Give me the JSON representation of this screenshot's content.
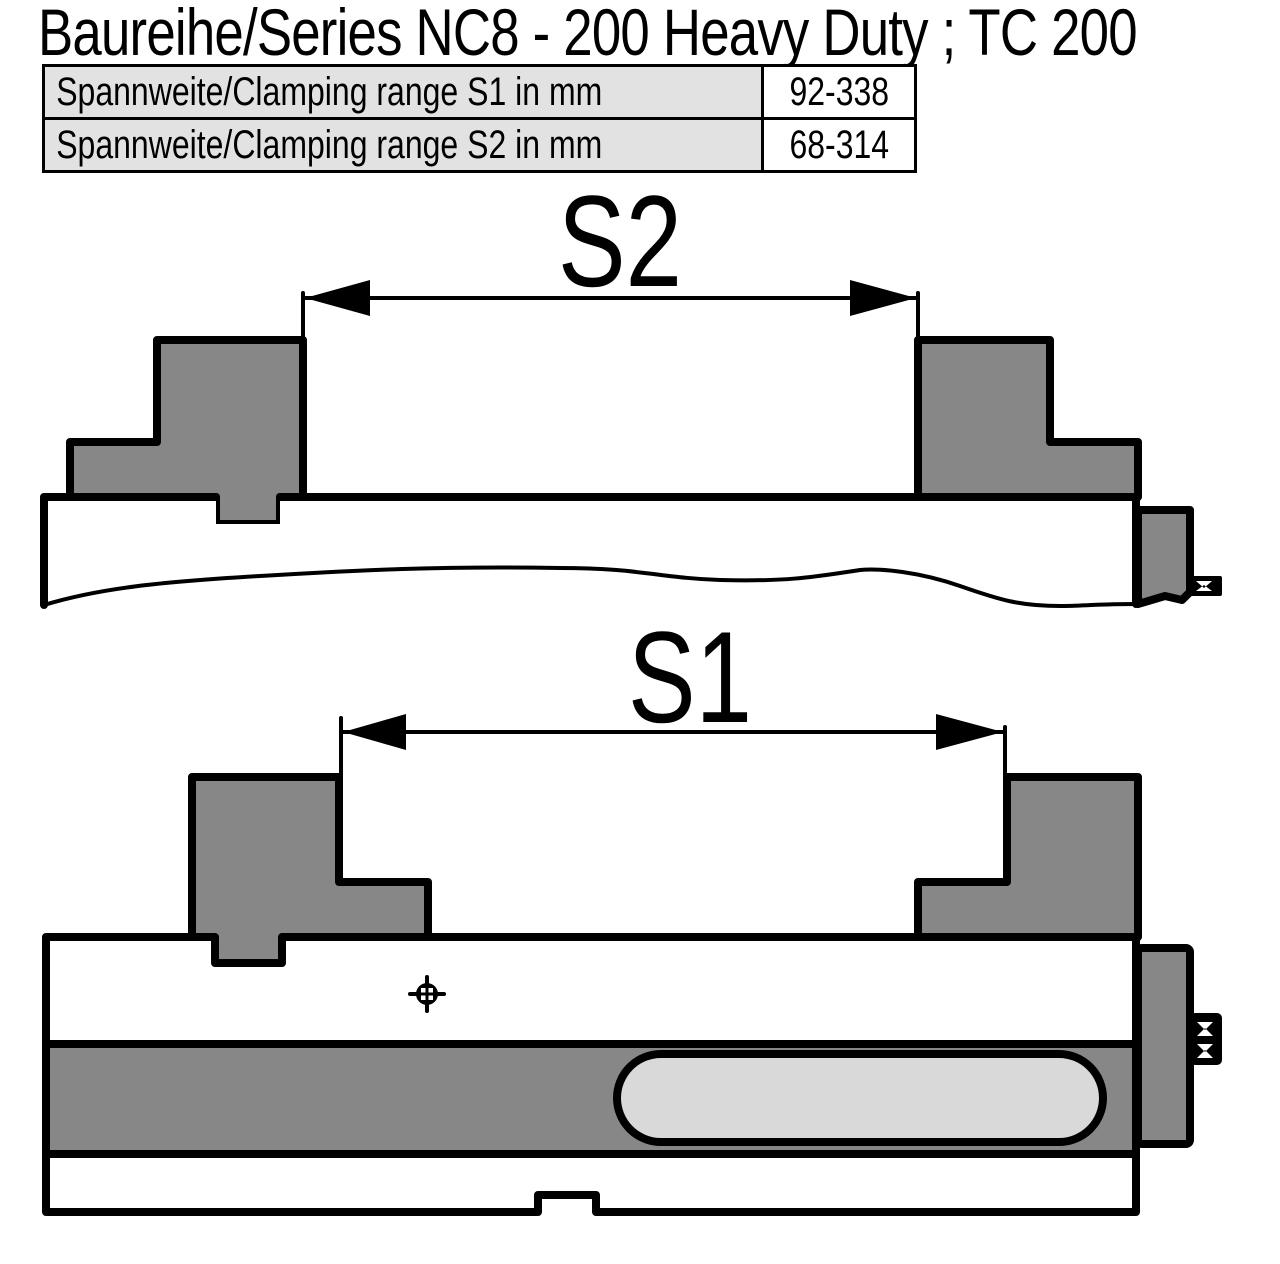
{
  "header": {
    "title": "Baureihe/Series NC8 - 200 Heavy Duty ; TC 200"
  },
  "spec_table": {
    "rows": [
      {
        "label": "Spannweite/Clamping range S1 in mm",
        "value": "92-338"
      },
      {
        "label": "Spannweite/Clamping range S2 in mm",
        "value": "68-314"
      }
    ]
  },
  "diagram": {
    "top_view": {
      "dimension_label": "S2"
    },
    "bottom_view": {
      "dimension_label": "S1"
    },
    "colors": {
      "outline": "#000000",
      "jaw_fill": "#878787",
      "body_fill": "#ffffff",
      "slot_fill": "#d9d9d9",
      "table_label_bg": "#e2e2e2"
    }
  }
}
